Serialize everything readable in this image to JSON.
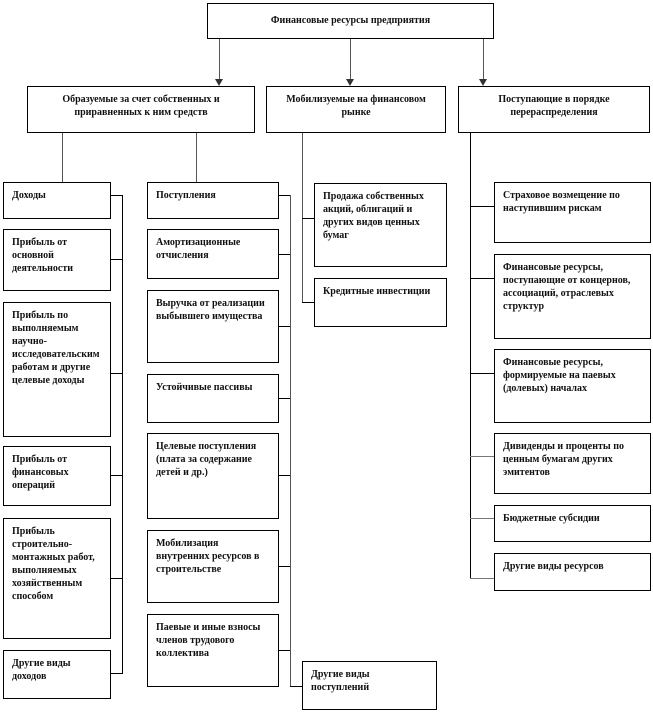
{
  "root": "Финансовые ресурсы предприятия",
  "categories": [
    "Образуемые за счет собственных и приравненных к ним средств",
    "Мобилизуемые на финансовом рынке",
    "Поступающие в порядке перераспределения"
  ],
  "own_income": [
    "Доходы",
    "Прибыль от основной деятельности",
    "Прибыль по выполняемым научно-исследовательским работам и другие целевые доходы",
    "Прибыль от финансовых операций",
    "Прибыль строительно-монтажных работ, выполняемых хозяйственным способом",
    "Другие виды доходов"
  ],
  "own_receipts": [
    "Поступления",
    "Амортизационные отчисления",
    "Выручка от реализации выбывшего имущества",
    "Устойчивые пассивы",
    "Целевые поступления (плата за содержание детей и др.)",
    "Мобилизация внутренних ресурсов в строительстве",
    "Паевые и иные взносы членов трудового коллектива",
    "Другие виды поступлений"
  ],
  "market": [
    "Продажа собственных акций, облигаций и других видов ценных бумаг",
    "Кредитные инвестиции"
  ],
  "redistribution": [
    "Страховое возмещение по наступившим рискам",
    "Финансовые ресурсы, поступающие от концернов, ассоциаций, отраслевых структур",
    "Финансовые ресурсы, формируемые на паевых (долевых) началах",
    "Дивиденды и проценты по ценным бумагам других эмитентов",
    "Бюджетные субсидии",
    "Другие виды ресурсов"
  ]
}
